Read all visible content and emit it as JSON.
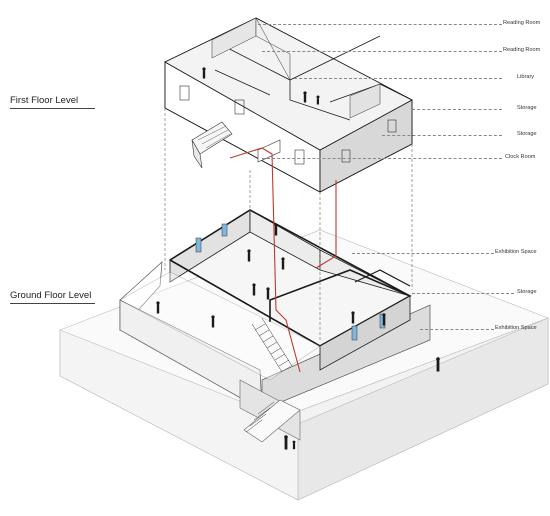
{
  "levels": {
    "first": "First Floor Level",
    "ground": "Ground Floor Level"
  },
  "first_floor_rooms": [
    "Reading Room",
    "Reading Room",
    "Library",
    "Storage",
    "Storage",
    "Clock Room"
  ],
  "ground_floor_rooms": [
    "Exhibition Space",
    "Storage",
    "Exhibition Space"
  ],
  "colors": {
    "line": "#1a1a1a",
    "wall_light": "#ffffff",
    "wall_shade": "#e6e6e6",
    "wall_dark": "#cfcfcf",
    "shadow": "#e9e9e9",
    "circulation": "#c0392b",
    "window": "#7fb8df"
  }
}
